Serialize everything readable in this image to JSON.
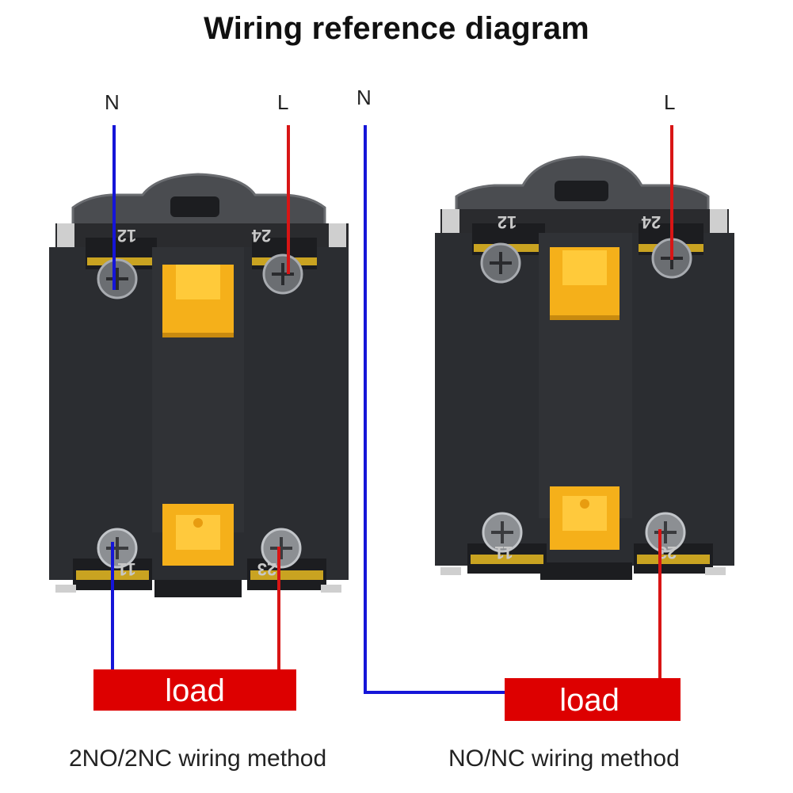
{
  "title": "Wiring reference diagram",
  "left": {
    "n_label": "N",
    "l_label": "L",
    "terminals": {
      "top_left": "12",
      "top_right": "24",
      "bottom_left": "11",
      "bottom_right": "23"
    },
    "load_label": "load",
    "caption": "2NO/2NC wiring method"
  },
  "right": {
    "n_label": "N",
    "l_label": "L",
    "terminals": {
      "top_left": "12",
      "top_right": "24",
      "bottom_left": "11",
      "bottom_right": "23"
    },
    "load_label": "load",
    "caption": "NO/NC wiring method"
  },
  "colors": {
    "neutral_wire": "#1515d8",
    "live_wire": "#d81515",
    "load_box": "#dd0000",
    "block_body": "#2b2d31",
    "actuator": "#f5b01a"
  }
}
